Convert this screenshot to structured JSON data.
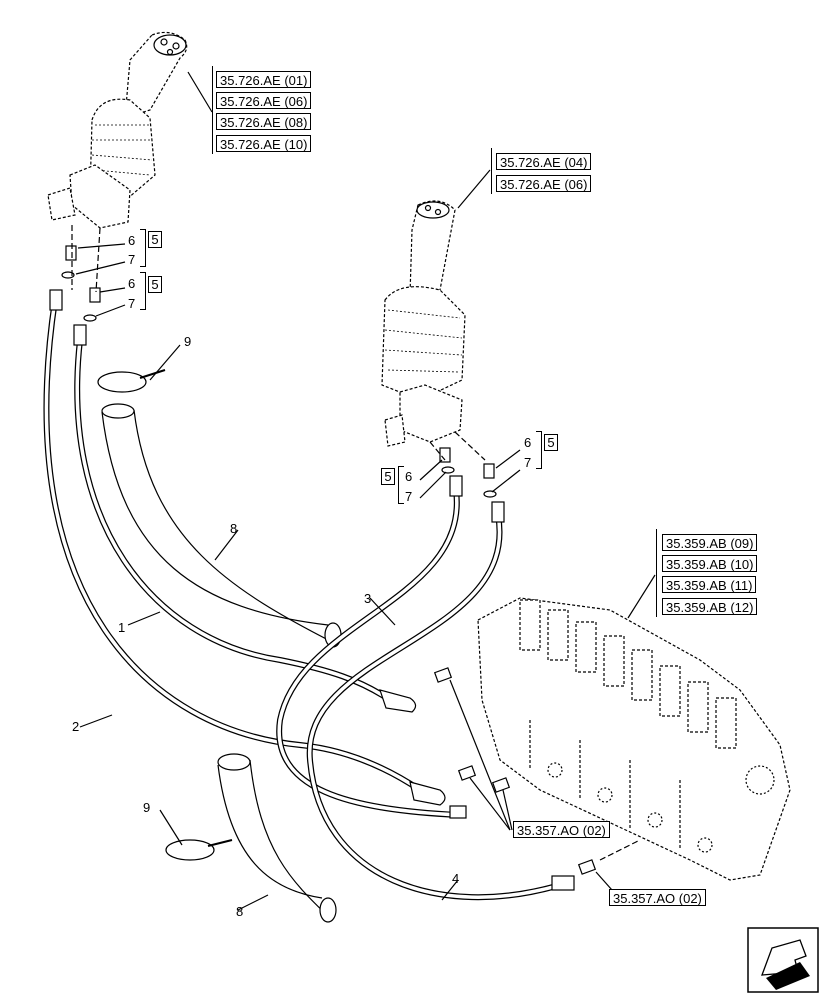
{
  "refs": {
    "joystick_left": [
      "35.726.AE (01)",
      "35.726.AE (06)",
      "35.726.AE (08)",
      "35.726.AE (10)"
    ],
    "joystick_right": [
      "35.726.AE (04)",
      "35.726.AE (06)"
    ],
    "valve": [
      "35.359.AB (09)",
      "35.359.AB (10)",
      "35.359.AB (11)",
      "35.359.AB (12)"
    ],
    "fitting_a": "35.357.AO (02)",
    "fitting_b": "35.357.AO (02)"
  },
  "callouts": {
    "n1": "1",
    "n2": "2",
    "n3": "3",
    "n4": "4",
    "n6": "6",
    "n7": "7",
    "n8": "8",
    "n9": "9",
    "n5": "5"
  },
  "icons": {
    "nav": "arrow-icon"
  }
}
